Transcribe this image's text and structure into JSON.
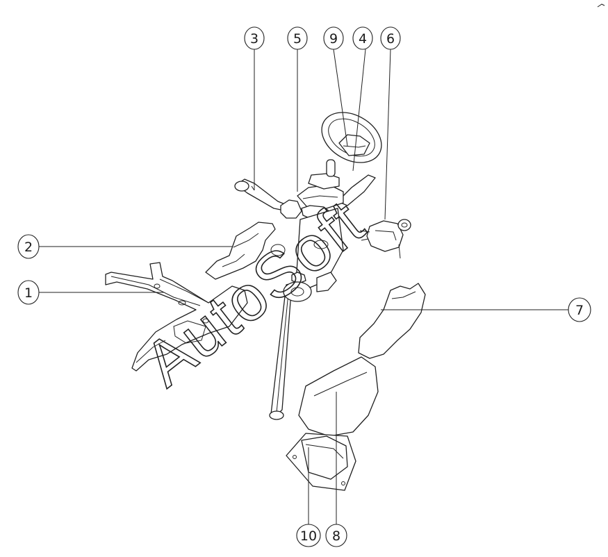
{
  "callouts": [
    {
      "id": "c3",
      "label": "3"
    },
    {
      "id": "c5",
      "label": "5"
    },
    {
      "id": "c9",
      "label": "9"
    },
    {
      "id": "c4",
      "label": "4"
    },
    {
      "id": "c6",
      "label": "6"
    },
    {
      "id": "c2",
      "label": "2"
    },
    {
      "id": "c1",
      "label": "1"
    },
    {
      "id": "c7",
      "label": "7"
    },
    {
      "id": "c10",
      "label": "10"
    },
    {
      "id": "c8",
      "label": "8"
    }
  ],
  "watermark": {
    "text": "AutoSoft"
  },
  "colors": {
    "line": "#1f1f1f",
    "background": "#ffffff"
  }
}
